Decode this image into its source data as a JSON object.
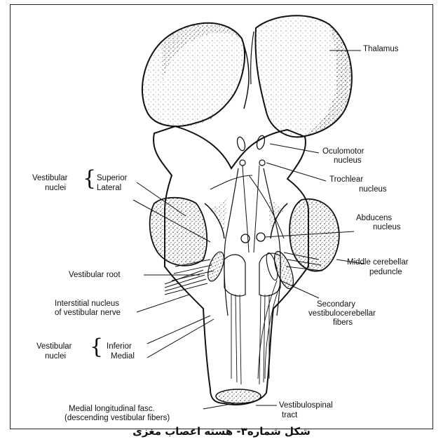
{
  "labels": {
    "thalamus": "Thalamus",
    "oculomotor_l1": "Oculomotor",
    "oculomotor_l2": "nucleus",
    "trochlear_l1": "Trochlear",
    "trochlear_l2": "nucleus",
    "vestibular_nuclei_top_l1": "Vestibular",
    "vestibular_nuclei_top_l2": "nuclei",
    "superior": "Superior",
    "lateral": "Lateral",
    "abducens_l1": "Abducens",
    "abducens_l2": "nucleus",
    "middle_cerebellar_l1": "Middle cerebellar",
    "middle_cerebellar_l2": "peduncle",
    "vestibular_root": "Vestibular root",
    "interstitial_l1": "Interstitial nucleus",
    "interstitial_l2": "of vestibular nerve",
    "secondary_l1": "Secondary",
    "secondary_l2": "vestibulocerebellar",
    "secondary_l3": "fibers",
    "vestibular_nuclei_bottom_l1": "Vestibular",
    "vestibular_nuclei_bottom_l2": "nuclei",
    "inferior": "Inferior",
    "medial": "Medial",
    "mlf_l1": "Medial longitudinal fasc.",
    "mlf_l2": "(descending vestibular fibers)",
    "vestibulospinal_l1": "Vestibulospinal",
    "vestibulospinal_l2": "tract"
  },
  "caption": "شکل شماره۳- هسته اعصاب مغزی"
}
